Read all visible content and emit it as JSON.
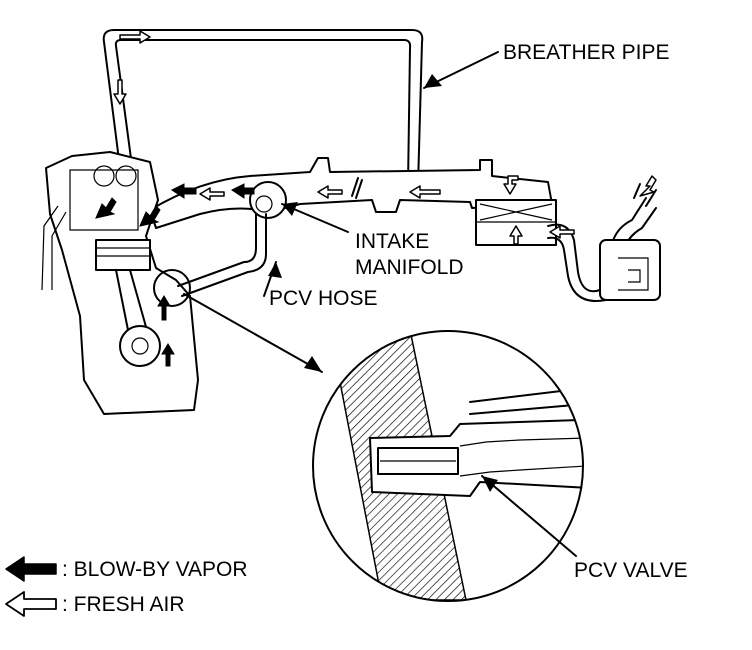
{
  "labels": {
    "breather_pipe": "BREATHER PIPE",
    "intake_manifold_line1": "INTAKE",
    "intake_manifold_line2": "MANIFOLD",
    "pcv_hose": "PCV HOSE",
    "pcv_valve": "PCV VALVE"
  },
  "legend": {
    "blow_by": ": BLOW-BY VAPOR",
    "fresh_air": ": FRESH AIR"
  },
  "colors": {
    "ink": "#000000",
    "paper": "#ffffff"
  },
  "icons": {
    "blow_by": "filled-arrow-left-icon",
    "fresh_air": "outline-arrow-left-icon"
  }
}
